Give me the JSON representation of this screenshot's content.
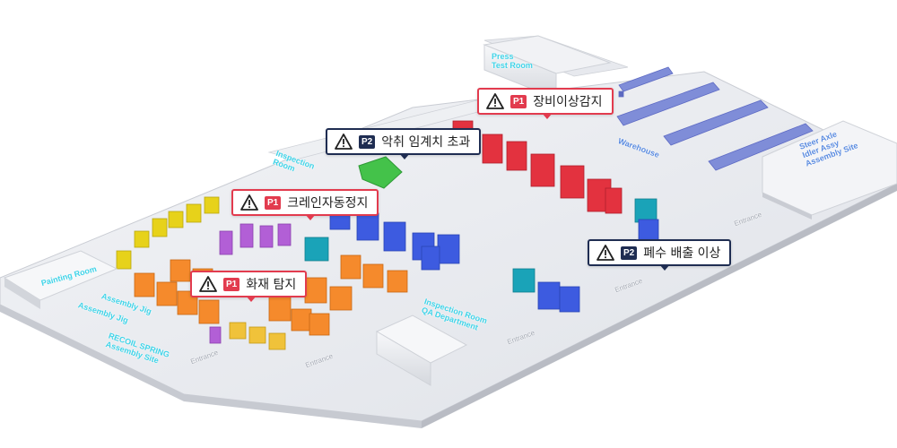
{
  "alerts": [
    {
      "priority": "P1",
      "text": "장비이상감지"
    },
    {
      "priority": "P2",
      "text": "악취 임계치 초과"
    },
    {
      "priority": "P1",
      "text": "크레인자동정지"
    },
    {
      "priority": "P1",
      "text": "화재 탐지"
    },
    {
      "priority": "P2",
      "text": "폐수 배출 이상"
    }
  ],
  "zones": {
    "press_test_room": "Press\nTest Room",
    "warehouse": "Warehouse",
    "steer_axle": "Steer Axle\nIdler Assy\nAssembly Site",
    "inspection_room_left": "Inspection\nRoom",
    "painting_room": "Painting Room",
    "assembly_jig_1": "Assembly Jig",
    "assembly_jig_2": "Assembly Jig",
    "recoil_spring": "RECOIL SPRING\nAssembly Site",
    "inspection_qa": "Inspection Room\nQA Department",
    "entrance_1": "Entrance",
    "entrance_2": "Entrance",
    "entrance_3": "Entrance",
    "entrance_4": "Entrance",
    "entrance_5": "Entrance"
  },
  "colors": {
    "p1": "#e23b4e",
    "p2": "#1f2d52",
    "floor": "#e9ebef",
    "zone_text": "#3fd3e8",
    "warehouse_text": "#5a8be0"
  }
}
